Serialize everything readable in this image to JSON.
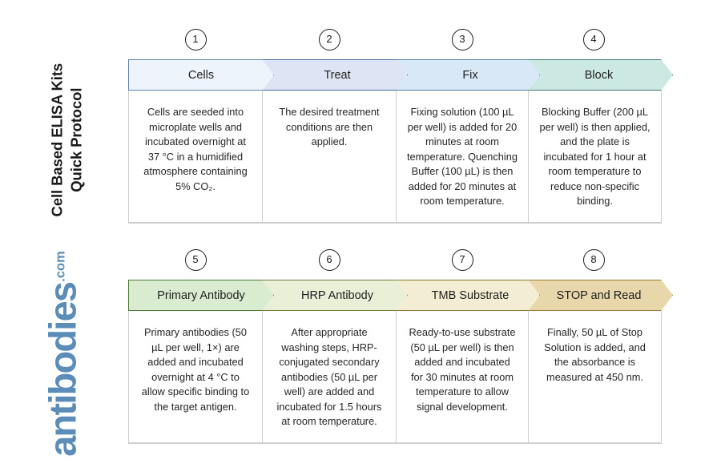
{
  "document": {
    "title_line1": "Cell Based ELISA Kits",
    "title_line2": "Quick Protocol"
  },
  "brand": {
    "name": "antibodies",
    "tld": ".com",
    "color": "#5b8db8"
  },
  "rows": [
    {
      "id": "row-1",
      "steps": [
        {
          "number": "1",
          "label": "Cells",
          "body": "Cells are seeded into microplate wells and incubated overnight at 37 °C in a humidified atmosphere containing 5% CO₂.",
          "fill": "#eef4fb",
          "stroke": "#5f83ad"
        },
        {
          "number": "2",
          "label": "Treat",
          "body": "The desired treatment conditions are then applied.",
          "fill": "#dde5f5",
          "stroke": "#4a69a3"
        },
        {
          "number": "3",
          "label": "Fix",
          "body": "Fixing solution (100 µL per well) is added for 20 minutes at room temperature. Quenching Buffer (100 µL) is then added for 20 minutes at room temperature.",
          "fill": "#d9e8f7",
          "stroke": "#4a7faa"
        },
        {
          "number": "4",
          "label": "Block",
          "body": "Blocking Buffer (200 µL per well) is then applied, and the plate is incubated for 1 hour at room temperature to reduce non-specific binding.",
          "fill": "#cbe9e2",
          "stroke": "#3d7a72"
        }
      ]
    },
    {
      "id": "row-2",
      "steps": [
        {
          "number": "5",
          "label": "Primary Antibody",
          "body": "Primary antibodies (50 µL per well, 1×) are added and incubated overnight at 4 °C to allow specific binding to the target antigen.",
          "fill": "#d9ecd0",
          "stroke": "#4e7a37"
        },
        {
          "number": "6",
          "label": "HRP Antibody",
          "body": "After appropriate washing steps, HRP-conjugated secondary antibodies (50 µL per well) are added and incubated for 1.5 hours at room temperature.",
          "fill": "#e9f0d7",
          "stroke": "#6f7d36"
        },
        {
          "number": "7",
          "label": "TMB Substrate",
          "body": "Ready-to-use substrate (50 µL per well) is then added and incubated for 30 minutes at room temperature to allow signal development.",
          "fill": "#f3eed3",
          "stroke": "#8a7636"
        },
        {
          "number": "8",
          "label": "STOP and Read",
          "body": "Finally, 50 µL of Stop Solution is added, and the absorbance is measured at 450 nm.",
          "fill": "#e7d7ab",
          "stroke": "#9a8036"
        }
      ]
    }
  ],
  "geometry": {
    "band_width": 665,
    "notch": 15,
    "col_edges": [
      0,
      167,
      334,
      499,
      665
    ],
    "num_centers": [
      84,
      251,
      417,
      581
    ]
  }
}
